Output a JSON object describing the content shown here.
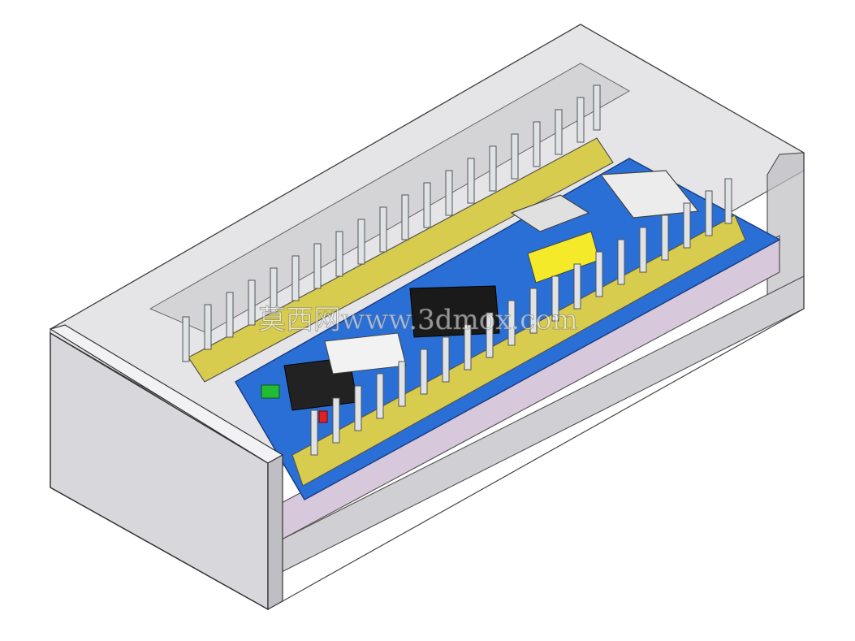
{
  "image": {
    "subject": "",
    "watermark_text": "莫西网www.3dmox.com"
  },
  "colors": {
    "case_front": "#d8d8dc",
    "case_glass": "#c8c8cc",
    "pcb": "#2a6fd6",
    "header": "#d7cc4e",
    "pin": "#cfd4d8",
    "led_green": "#22bb33",
    "led_red": "#dd2222",
    "chip": "#1a1a1a",
    "base_plate": "#d8c8dc"
  },
  "icons": [
    "led-green",
    "led-red",
    "chip-ic",
    "usb-connector",
    "pin-header"
  ]
}
